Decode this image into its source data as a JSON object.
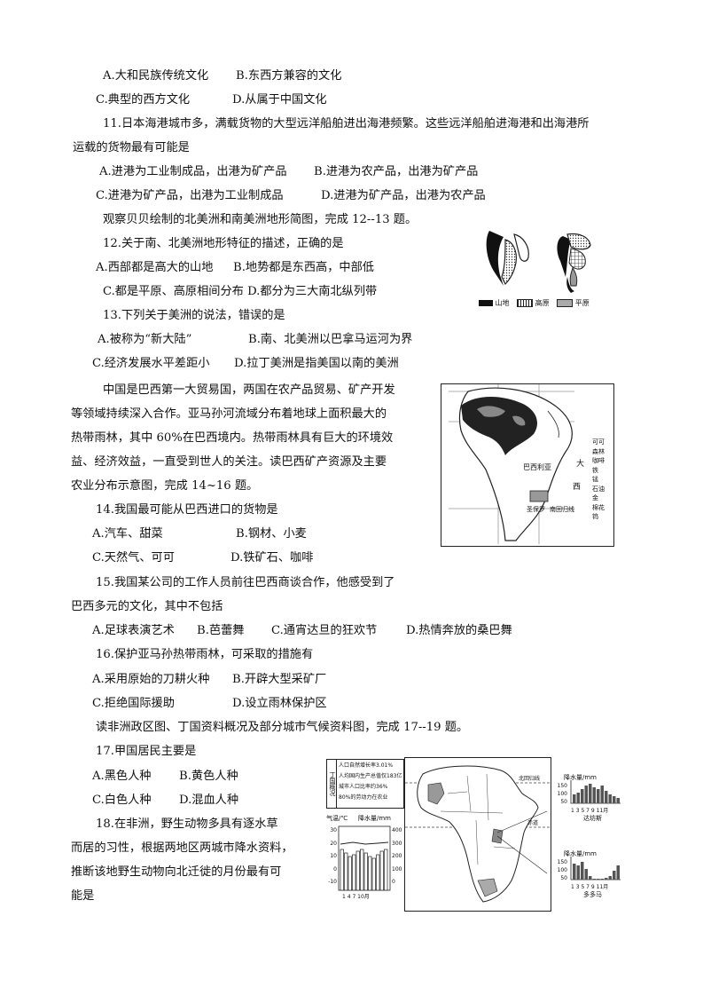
{
  "q10": {
    "opt_a": "A.大和民族传统文化",
    "opt_b": "B.东西方兼容的文化",
    "opt_c": "C.典型的西方文化",
    "opt_d": "D.从属于中国文化"
  },
  "q11": {
    "stem_1": "11.日本海港城市多，满载货物的大型远洋船舶进出海港频繁。这些远洋船舶进海港和出海港所",
    "stem_2": "运载的货物最有可能是",
    "opt_a": "A.进港为工业制成品，出港为矿产品",
    "opt_b": "B.进港为农产品，出港为矿产品",
    "opt_c": "C.进港为矿产品，出港为工业制成品",
    "opt_d": "D.进港为矿产品，出港为农产品"
  },
  "intro_12_13": "观察贝贝绘制的北美洲和南美洲地形简图，完成 12--13 题。",
  "q12": {
    "stem": "12.关于南、北美洲地形特征的描述，正确的是",
    "opt_a": "A.西部都是高大的山地",
    "opt_b": "B.地势都是东西高，中部低",
    "opt_cd": "C.都是平原、高原相间分布 D.都分为三大南北纵列带"
  },
  "q13": {
    "stem": "13.下列关于美洲的说法，错误的是",
    "opt_a": "A.被称为“新大陆”",
    "opt_b": "B.南、北美洲以巴拿马运河为界",
    "opt_c": "C.经济发展水平差距小",
    "opt_d": "D.拉丁美洲是指美国以南的美洲"
  },
  "intro_14_16": [
    "中国是巴西第一大贸易国，两国在农产品贸易、矿产开发",
    "等领域持续深入合作。亚马孙河流域分布着地球上面积最大的",
    "热带雨林，其中 60%在巴西境内。热带雨林具有巨大的环境效",
    "益、经济效益，一直受到世人的关注。读巴西矿产资源及主要",
    "农业分布示意图，完成 14~16 题。"
  ],
  "q14": {
    "stem": "14.我国最可能从巴西进口的货物是",
    "opt_a": "A.汽车、甜菜",
    "opt_b": "B.钢材、小麦",
    "opt_c": "C.天然气、可可",
    "opt_d": "D.铁矿石、咖啡"
  },
  "q15": {
    "stem_1": "15.我国某公司的工作人员前往巴西商谈合作，他感受到了",
    "stem_2": "巴西多元的文化，其中不包括",
    "opt_a": "A.足球表演艺术",
    "opt_b": "B.芭蕾舞",
    "opt_c": "C.通宵达旦的狂欢节",
    "opt_d": "D.热情奔放的桑巴舞"
  },
  "q16": {
    "stem": "16.保护亚马孙热带雨林，可采取的措施有",
    "opt_a": "A.采用原始的刀耕火种",
    "opt_b": "B.开辟大型采矿厂",
    "opt_c": "C.拒绝国际援助",
    "opt_d": "D.设立雨林保护区"
  },
  "intro_17_19": "读非洲政区图、丁国资料概况及部分城市气候资料图，完成 17--19 题。",
  "q17": {
    "stem": "17.甲国居民主要是",
    "opt_a": "A.黑色人种",
    "opt_b": "B.黄色人种",
    "opt_c": "C.白色人种",
    "opt_d": "D.混血人种"
  },
  "q18": {
    "stem_1": "18.在非洲，野生动物多具有逐水草",
    "stem_2": "而居的习性，根据两地区两城市降水资料，",
    "stem_3": "推断该地野生动物向北迁徙的月份最有可",
    "stem_4": "能是"
  },
  "fig_americas": {
    "legend_1": "山地",
    "legend_2": "高原",
    "legend_3": "平原"
  },
  "fig_brazil": {
    "label_brazil": "巴西利亚",
    "label_ocean": "大",
    "label_west": "西",
    "label_city": "圣保罗",
    "label_tropic": "南回归线",
    "legend": [
      "可可",
      "森林",
      "咖啡",
      "铁",
      "锰",
      "石油",
      "金",
      "棉花",
      "钨"
    ]
  },
  "fig_africa": {
    "info_title": "丁国概况",
    "info_lines": [
      "人口自然增长率3.01%",
      "人均国内生产总值仅183亿",
      "城市人口比率约36%",
      "80%的劳动力在农业"
    ],
    "label_tropic": "北回归线",
    "label_equator": "赤道",
    "chart_left_temp_label": "气温/℃",
    "chart_left_precip_label": "降水量/mm",
    "chart_left_temp_ticks": [
      "30",
      "20",
      "10",
      "0",
      "-10"
    ],
    "chart_left_precip_ticks": [
      "400",
      "300",
      "200",
      "100",
      "0"
    ],
    "chart_left_months": "1 4 7 10月",
    "chart_top_label": "降水量/mm",
    "chart_top_ticks": [
      "150",
      "100",
      "50"
    ],
    "chart_top_months": "1 3 5 7 9 11月",
    "chart_top_city": "达坊斯",
    "chart_bot_label": "降水量/mm",
    "chart_bot_ticks": [
      "150",
      "100",
      "50"
    ],
    "chart_bot_months": "1 3 5 7 9 11月",
    "chart_bot_city": "多多马"
  }
}
